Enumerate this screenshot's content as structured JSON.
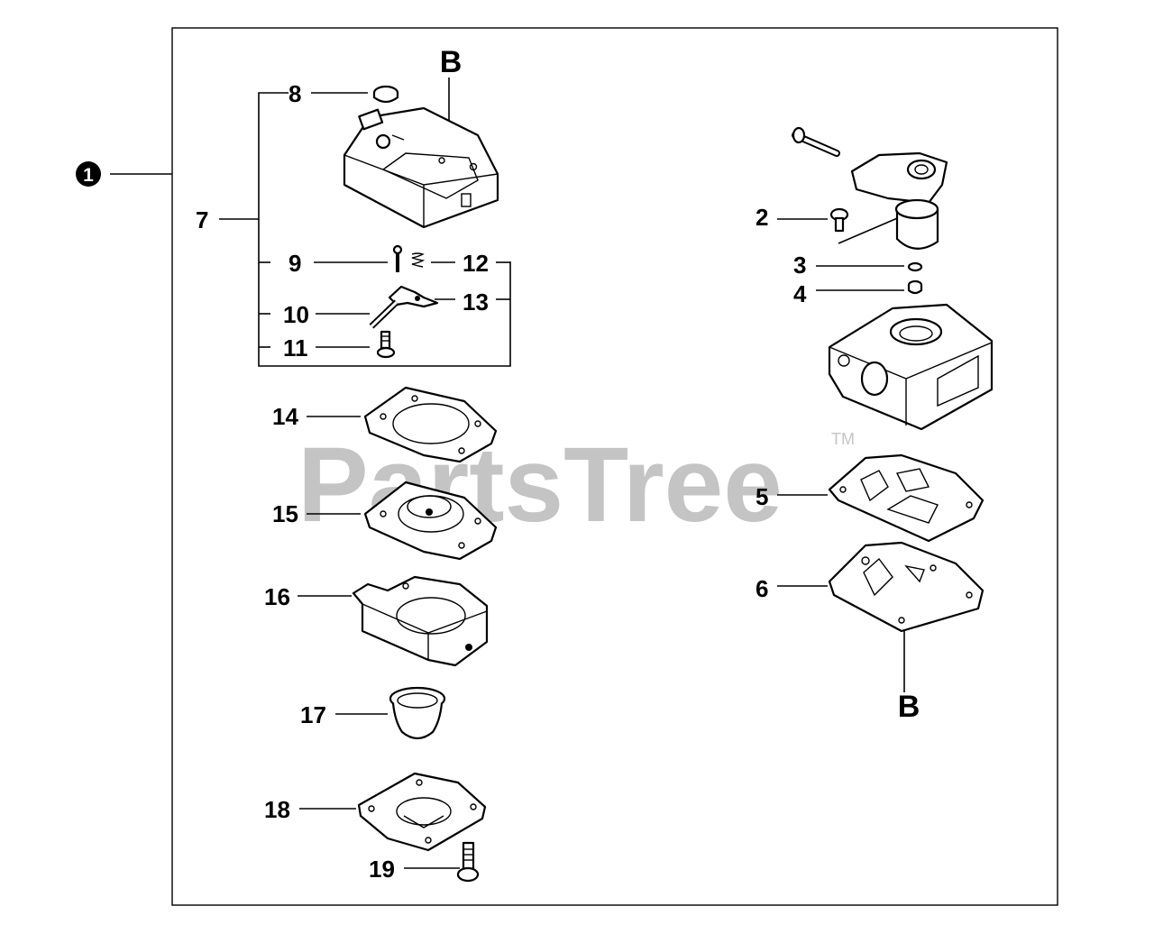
{
  "diagram": {
    "watermark": "PartsTree",
    "watermark_mark": "TM",
    "assembly_callout": "1",
    "section_markers": {
      "top": "B",
      "bottom": "B"
    },
    "labels": {
      "l2": "2",
      "l3": "3",
      "l4": "4",
      "l5": "5",
      "l6": "6",
      "l7": "7",
      "l8": "8",
      "l9": "9",
      "l10": "10",
      "l11": "11",
      "l12": "12",
      "l13": "13",
      "l14": "14",
      "l15": "15",
      "l16": "16",
      "l17": "17",
      "l18": "18",
      "l19": "19"
    }
  }
}
